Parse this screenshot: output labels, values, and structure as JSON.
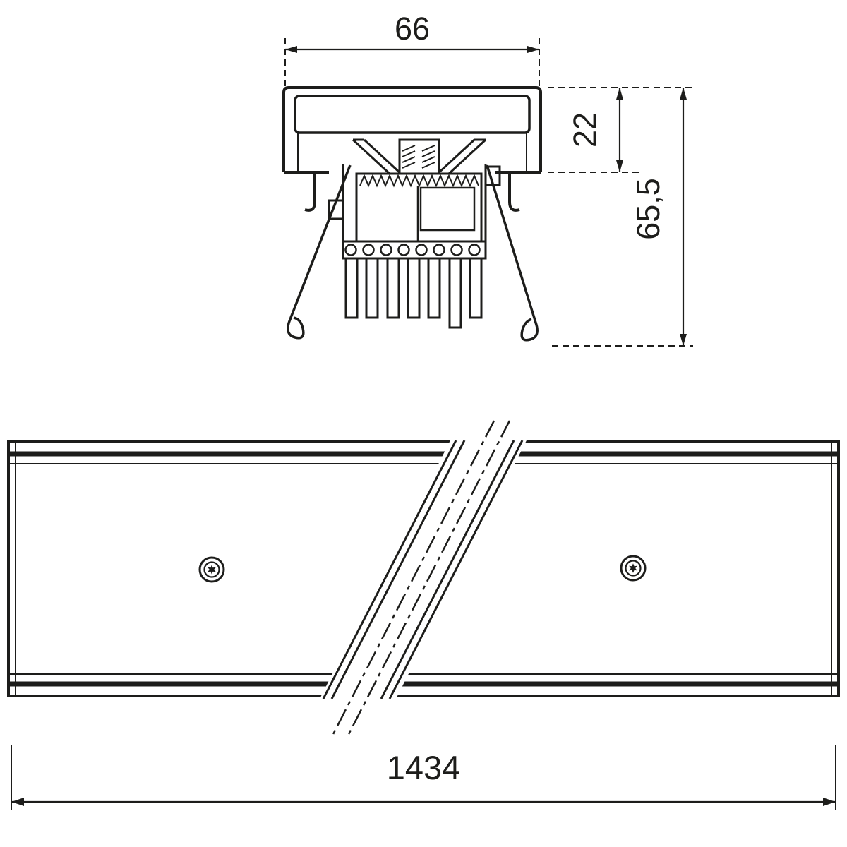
{
  "drawing": {
    "type": "technical-dimension-drawing",
    "background": "#ffffff",
    "line_color": "#1d1d1b",
    "cross_section": {
      "dim_width": "66",
      "dim_recess_height": "22",
      "dim_total_height": "65,5"
    },
    "plan_view": {
      "dim_length": "1434",
      "screw_count": "2"
    }
  }
}
